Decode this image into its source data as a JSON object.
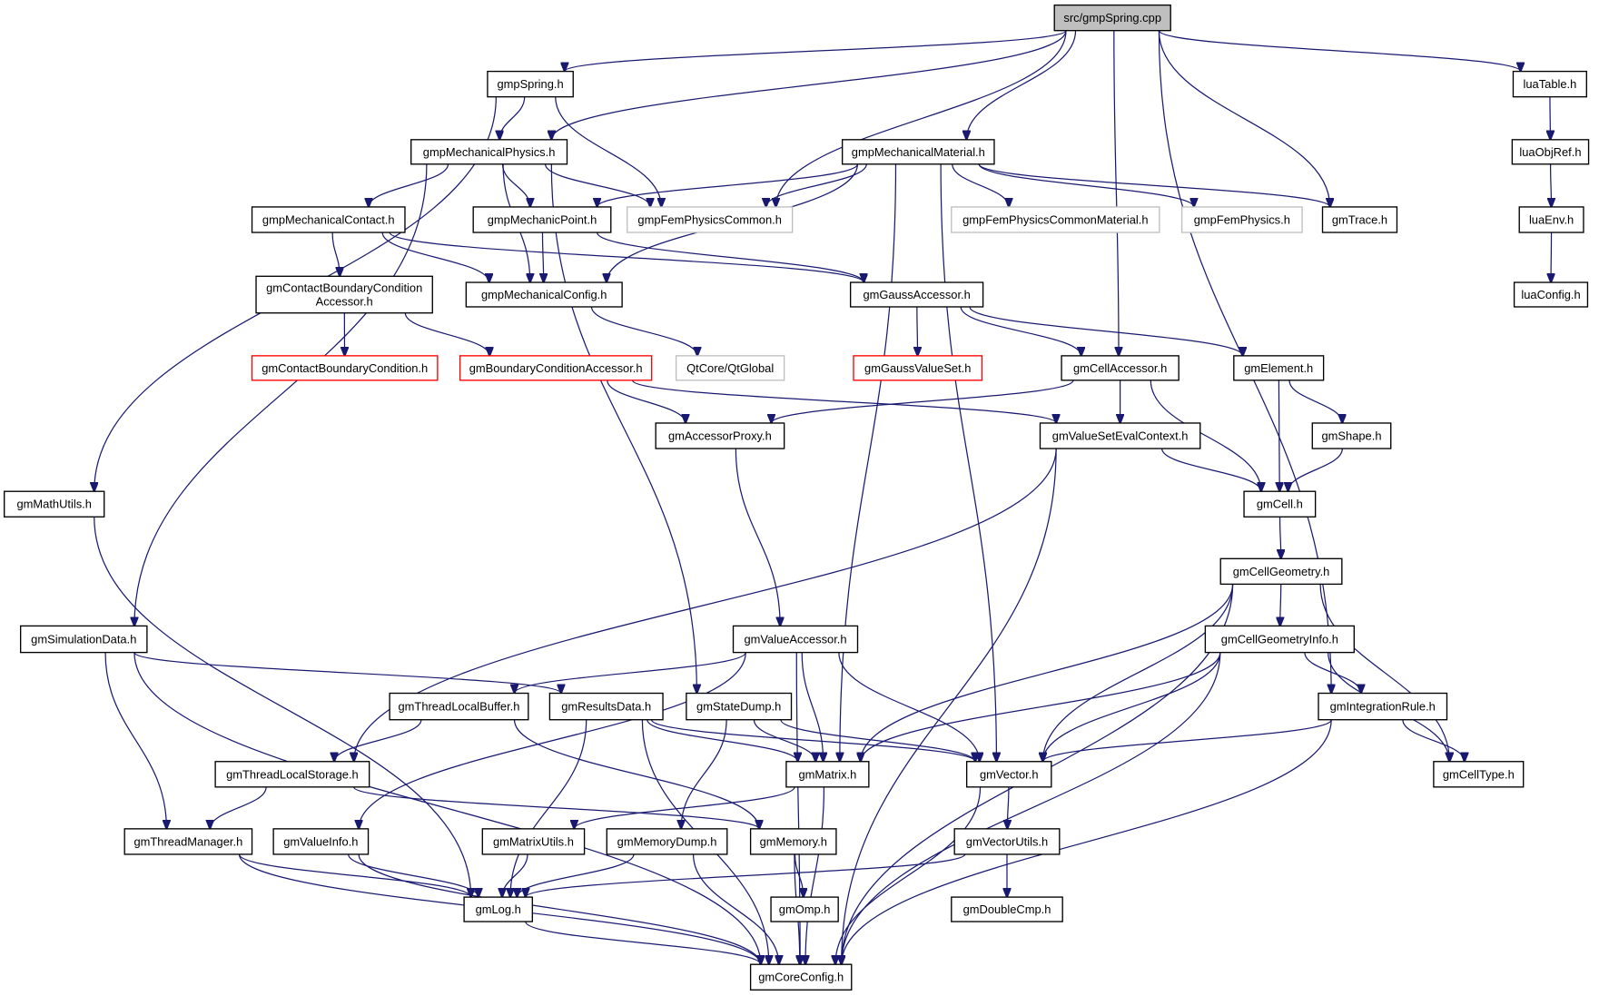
{
  "title": "Include dependency graph for src/gmpSpring.cpp",
  "colors": {
    "edge": "#191970",
    "root_fill": "#bfbfbf",
    "normal_border": "#000000",
    "external_border": "#bfbfbf",
    "truncated_border": "#ff0000"
  },
  "nodes": [
    {
      "id": "cpp",
      "label": "src/gmpSpring.cpp",
      "kind": "root"
    },
    {
      "id": "spring",
      "label": "gmpSpring.h",
      "kind": "normal"
    },
    {
      "id": "mphys",
      "label": "gmpMechanicalPhysics.h",
      "kind": "normal"
    },
    {
      "id": "mmat",
      "label": "gmpMechanicalMaterial.h",
      "kind": "normal"
    },
    {
      "id": "luaTable",
      "label": "luaTable.h",
      "kind": "normal"
    },
    {
      "id": "luaObjRef",
      "label": "luaObjRef.h",
      "kind": "normal"
    },
    {
      "id": "luaEnv",
      "label": "luaEnv.h",
      "kind": "normal"
    },
    {
      "id": "luaConfig",
      "label": "luaConfig.h",
      "kind": "normal"
    },
    {
      "id": "mcontact",
      "label": "gmpMechanicalContact.h",
      "kind": "normal"
    },
    {
      "id": "mpoint",
      "label": "gmpMechanicPoint.h",
      "kind": "normal"
    },
    {
      "id": "femCommon",
      "label": "gmpFemPhysicsCommon.h",
      "kind": "external"
    },
    {
      "id": "femCommonMat",
      "label": "gmpFemPhysicsCommonMaterial.h",
      "kind": "external"
    },
    {
      "id": "femPhys",
      "label": "gmpFemPhysics.h",
      "kind": "external"
    },
    {
      "id": "trace",
      "label": "gmTrace.h",
      "kind": "normal"
    },
    {
      "id": "cbcAcc",
      "label": "gmContactBoundaryCondition\nAccessor.h",
      "kind": "normal"
    },
    {
      "id": "mconfig",
      "label": "gmpMechanicalConfig.h",
      "kind": "normal"
    },
    {
      "id": "gaussAcc",
      "label": "gmGaussAccessor.h",
      "kind": "normal"
    },
    {
      "id": "cbc",
      "label": "gmContactBoundaryCondition.h",
      "kind": "truncated"
    },
    {
      "id": "bcAcc",
      "label": "gmBoundaryConditionAccessor.h",
      "kind": "truncated"
    },
    {
      "id": "qt",
      "label": "QtCore/QtGlobal",
      "kind": "external"
    },
    {
      "id": "gaussVS",
      "label": "gmGaussValueSet.h",
      "kind": "truncated"
    },
    {
      "id": "cellAcc",
      "label": "gmCellAccessor.h",
      "kind": "normal"
    },
    {
      "id": "element",
      "label": "gmElement.h",
      "kind": "normal"
    },
    {
      "id": "accProxy",
      "label": "gmAccessorProxy.h",
      "kind": "normal"
    },
    {
      "id": "vsEval",
      "label": "gmValueSetEvalContext.h",
      "kind": "normal"
    },
    {
      "id": "shape",
      "label": "gmShape.h",
      "kind": "normal"
    },
    {
      "id": "mathUtils",
      "label": "gmMathUtils.h",
      "kind": "normal"
    },
    {
      "id": "cell",
      "label": "gmCell.h",
      "kind": "normal"
    },
    {
      "id": "cellGeom",
      "label": "gmCellGeometry.h",
      "kind": "normal"
    },
    {
      "id": "simData",
      "label": "gmSimulationData.h",
      "kind": "normal"
    },
    {
      "id": "valueAcc",
      "label": "gmValueAccessor.h",
      "kind": "normal"
    },
    {
      "id": "cellGeomInfo",
      "label": "gmCellGeometryInfo.h",
      "kind": "normal"
    },
    {
      "id": "tlBuffer",
      "label": "gmThreadLocalBuffer.h",
      "kind": "normal"
    },
    {
      "id": "results",
      "label": "gmResultsData.h",
      "kind": "normal"
    },
    {
      "id": "stateDump",
      "label": "gmStateDump.h",
      "kind": "normal"
    },
    {
      "id": "intRule",
      "label": "gmIntegrationRule.h",
      "kind": "normal"
    },
    {
      "id": "tlStorage",
      "label": "gmThreadLocalStorage.h",
      "kind": "normal"
    },
    {
      "id": "matrix",
      "label": "gmMatrix.h",
      "kind": "normal"
    },
    {
      "id": "vector",
      "label": "gmVector.h",
      "kind": "normal"
    },
    {
      "id": "cellType",
      "label": "gmCellType.h",
      "kind": "normal"
    },
    {
      "id": "threadMgr",
      "label": "gmThreadManager.h",
      "kind": "normal"
    },
    {
      "id": "valueInfo",
      "label": "gmValueInfo.h",
      "kind": "normal"
    },
    {
      "id": "matrixUtils",
      "label": "gmMatrixUtils.h",
      "kind": "normal"
    },
    {
      "id": "memDump",
      "label": "gmMemoryDump.h",
      "kind": "normal"
    },
    {
      "id": "memory",
      "label": "gmMemory.h",
      "kind": "normal"
    },
    {
      "id": "vectorUtils",
      "label": "gmVectorUtils.h",
      "kind": "normal"
    },
    {
      "id": "log",
      "label": "gmLog.h",
      "kind": "normal"
    },
    {
      "id": "omp",
      "label": "gmOmp.h",
      "kind": "normal"
    },
    {
      "id": "doubleCmp",
      "label": "gmDoubleCmp.h",
      "kind": "normal"
    },
    {
      "id": "coreConfig",
      "label": "gmCoreConfig.h",
      "kind": "normal"
    }
  ],
  "edges": [
    [
      "cpp",
      "spring"
    ],
    [
      "cpp",
      "mphys"
    ],
    [
      "cpp",
      "femCommon"
    ],
    [
      "cpp",
      "mmat"
    ],
    [
      "cpp",
      "trace"
    ],
    [
      "cpp",
      "cellAcc"
    ],
    [
      "cpp",
      "intRule"
    ],
    [
      "cpp",
      "luaTable"
    ],
    [
      "spring",
      "mphys"
    ],
    [
      "spring",
      "femCommon"
    ],
    [
      "spring",
      "mathUtils"
    ],
    [
      "mphys",
      "mcontact"
    ],
    [
      "mphys",
      "mpoint"
    ],
    [
      "mphys",
      "femCommon"
    ],
    [
      "mphys",
      "mconfig"
    ],
    [
      "mphys",
      "simData"
    ],
    [
      "mphys",
      "stateDump"
    ],
    [
      "mmat",
      "mpoint"
    ],
    [
      "mmat",
      "femCommon"
    ],
    [
      "mmat",
      "femCommonMat"
    ],
    [
      "mmat",
      "femPhys"
    ],
    [
      "mmat",
      "trace"
    ],
    [
      "mmat",
      "mconfig"
    ],
    [
      "mmat",
      "matrix"
    ],
    [
      "mmat",
      "vector"
    ],
    [
      "luaTable",
      "luaObjRef"
    ],
    [
      "luaObjRef",
      "luaEnv"
    ],
    [
      "luaEnv",
      "luaConfig"
    ],
    [
      "mcontact",
      "cbcAcc"
    ],
    [
      "mcontact",
      "mconfig"
    ],
    [
      "mcontact",
      "gaussAcc"
    ],
    [
      "mpoint",
      "mconfig"
    ],
    [
      "mpoint",
      "gaussAcc"
    ],
    [
      "cbcAcc",
      "cbc"
    ],
    [
      "cbcAcc",
      "bcAcc"
    ],
    [
      "mconfig",
      "qt"
    ],
    [
      "gaussAcc",
      "gaussVS"
    ],
    [
      "gaussAcc",
      "cellAcc"
    ],
    [
      "gaussAcc",
      "element"
    ],
    [
      "bcAcc",
      "accProxy"
    ],
    [
      "bcAcc",
      "vsEval"
    ],
    [
      "cellAcc",
      "accProxy"
    ],
    [
      "cellAcc",
      "vsEval"
    ],
    [
      "cellAcc",
      "cell"
    ],
    [
      "element",
      "cell"
    ],
    [
      "element",
      "shape"
    ],
    [
      "shape",
      "cell"
    ],
    [
      "vsEval",
      "cell"
    ],
    [
      "vsEval",
      "tlStorage"
    ],
    [
      "vsEval",
      "coreConfig"
    ],
    [
      "accProxy",
      "valueAcc"
    ],
    [
      "cell",
      "cellGeom"
    ],
    [
      "cellGeom",
      "cellGeomInfo"
    ],
    [
      "cellGeom",
      "matrix"
    ],
    [
      "cellGeom",
      "vector"
    ],
    [
      "cellGeom",
      "cellType"
    ],
    [
      "cellGeom",
      "coreConfig"
    ],
    [
      "cellGeomInfo",
      "intRule"
    ],
    [
      "cellGeomInfo",
      "cellType"
    ],
    [
      "cellGeomInfo",
      "matrix"
    ],
    [
      "cellGeomInfo",
      "vector"
    ],
    [
      "cellGeomInfo",
      "coreConfig"
    ],
    [
      "mathUtils",
      "log"
    ],
    [
      "simData",
      "results"
    ],
    [
      "simData",
      "threadMgr"
    ],
    [
      "simData",
      "coreConfig"
    ],
    [
      "valueAcc",
      "tlBuffer"
    ],
    [
      "valueAcc",
      "valueInfo"
    ],
    [
      "valueAcc",
      "matrix"
    ],
    [
      "valueAcc",
      "vector"
    ],
    [
      "valueAcc",
      "coreConfig"
    ],
    [
      "tlBuffer",
      "tlStorage"
    ],
    [
      "tlBuffer",
      "memory"
    ],
    [
      "results",
      "matrix"
    ],
    [
      "results",
      "vector"
    ],
    [
      "results",
      "log"
    ],
    [
      "results",
      "coreConfig"
    ],
    [
      "stateDump",
      "matrix"
    ],
    [
      "stateDump",
      "vector"
    ],
    [
      "stateDump",
      "memDump"
    ],
    [
      "intRule",
      "vector"
    ],
    [
      "intRule",
      "cellType"
    ],
    [
      "intRule",
      "coreConfig"
    ],
    [
      "tlStorage",
      "threadMgr"
    ],
    [
      "tlStorage",
      "memory"
    ],
    [
      "matrix",
      "matrixUtils"
    ],
    [
      "matrix",
      "coreConfig"
    ],
    [
      "vector",
      "vectorUtils"
    ],
    [
      "vector",
      "coreConfig"
    ],
    [
      "threadMgr",
      "log"
    ],
    [
      "threadMgr",
      "coreConfig"
    ],
    [
      "valueInfo",
      "log"
    ],
    [
      "valueInfo",
      "coreConfig"
    ],
    [
      "matrixUtils",
      "log"
    ],
    [
      "memDump",
      "log"
    ],
    [
      "memDump",
      "coreConfig"
    ],
    [
      "memory",
      "omp"
    ],
    [
      "memory",
      "coreConfig"
    ],
    [
      "vectorUtils",
      "log"
    ],
    [
      "vectorUtils",
      "doubleCmp"
    ],
    [
      "log",
      "coreConfig"
    ]
  ]
}
